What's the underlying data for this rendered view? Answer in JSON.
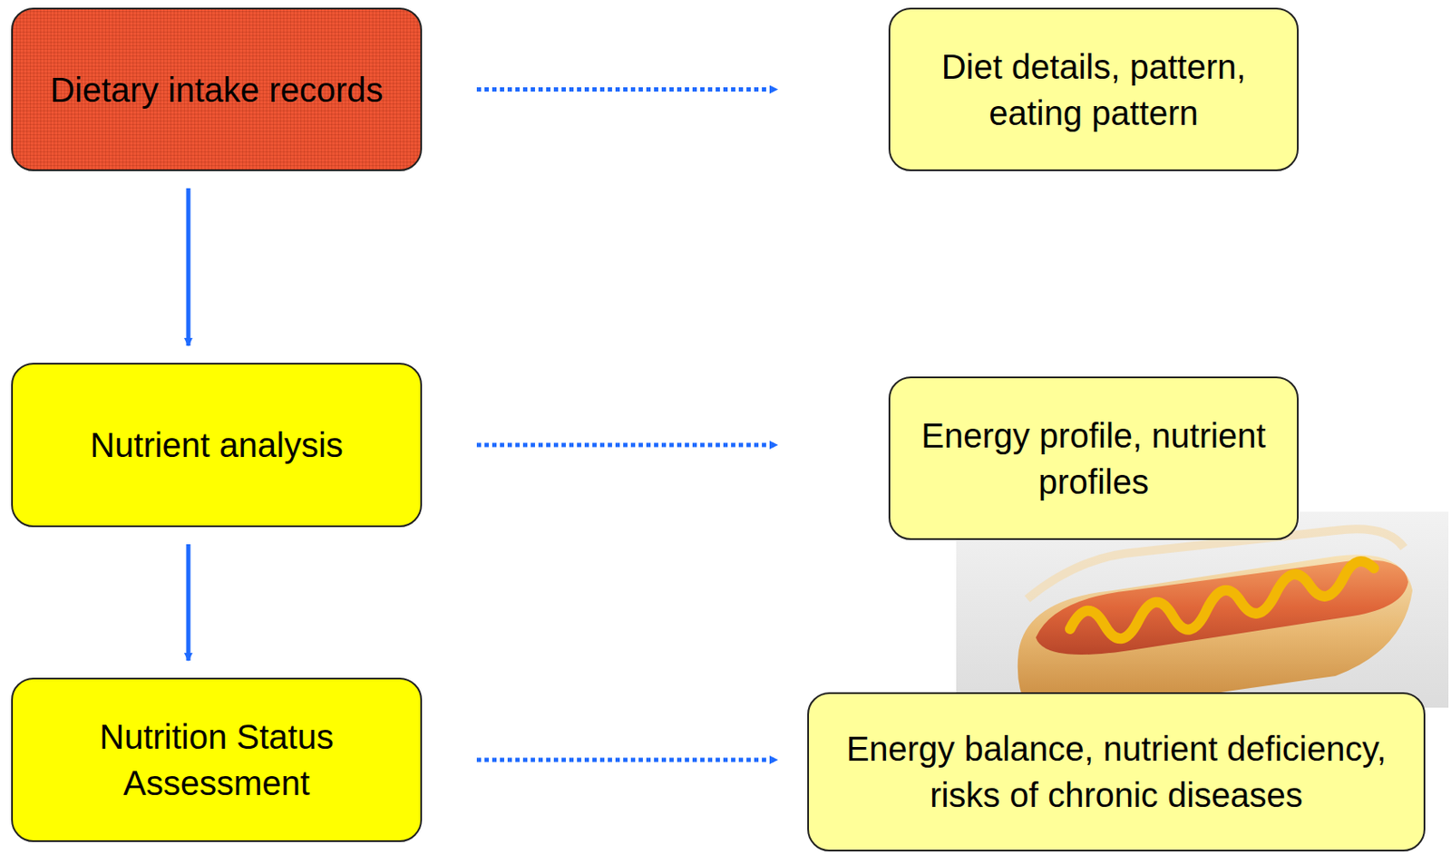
{
  "diagram": {
    "nodes": [
      {
        "text": [
          "Dietary intake records"
        ]
      },
      {
        "text": [
          "Diet details, pattern, eating pattern"
        ]
      },
      {
        "text": [
          "Nutrient analysis"
        ]
      },
      {
        "text": [
          "Energy profile, nutrient profiles"
        ]
      },
      {
        "text": [
          "Nutrition Status Assessment"
        ]
      },
      {
        "text": [
          "Energy balance, nutrient deficiency, risks of chronic diseases"
        ]
      }
    ],
    "edges": [
      {
        "from": 0,
        "to": 1,
        "arrow": "to"
      },
      {
        "from": 0,
        "to": 2,
        "arrow": "to"
      },
      {
        "from": 2,
        "to": 3,
        "arrow": "to"
      },
      {
        "from": 2,
        "to": 4,
        "arrow": "to"
      },
      {
        "from": 4,
        "to": 5,
        "arrow": "to"
      }
    ]
  }
}
